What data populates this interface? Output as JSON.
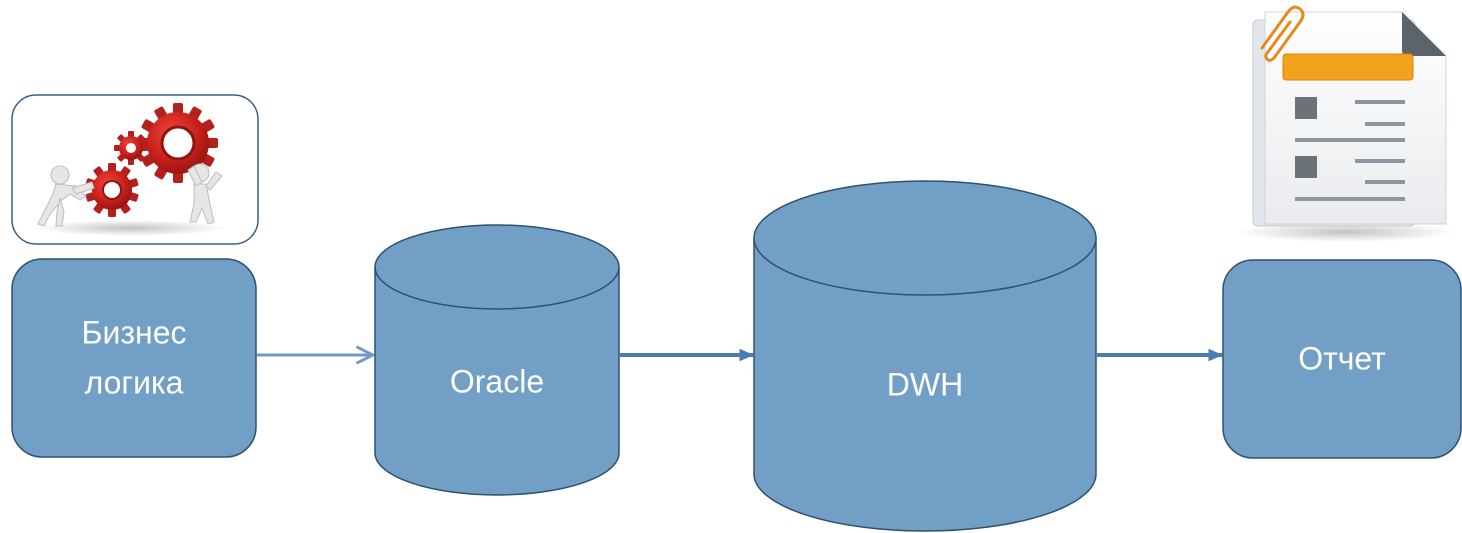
{
  "diagram": {
    "nodes": {
      "business_logic": {
        "line1": "Бизнес",
        "line2": "логика",
        "icon": "gears-workers-icon"
      },
      "oracle": {
        "label": "Oracle"
      },
      "dwh": {
        "label": "DWH"
      },
      "report": {
        "label": "Отчет",
        "icon": "report-document-icon"
      }
    },
    "edges": [
      {
        "from": "business_logic",
        "to": "oracle"
      },
      {
        "from": "oracle",
        "to": "dwh"
      },
      {
        "from": "dwh",
        "to": "report"
      }
    ]
  },
  "colors": {
    "node_fill": "#729fc6",
    "node_stroke": "#2f5070",
    "arrow_light": "#6d9ac6",
    "arrow_dark": "#4a7bb5",
    "gear_red": "#c8201b",
    "report_header": "#f2a21d"
  }
}
